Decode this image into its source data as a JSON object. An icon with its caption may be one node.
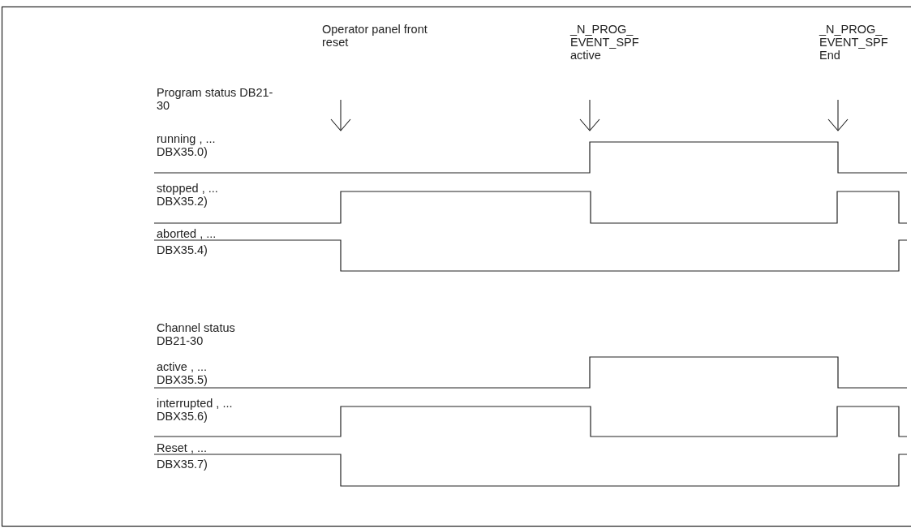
{
  "diagram": {
    "labels": [
      "Operator panel front reset",
      "_N_PROG_ EVENT_SPF active",
      "_N_PROG_ EVENT_SPF End",
      "Program status DB21-30",
      "running , ... DBX35.0)",
      "stopped , ... DBX35.2)",
      "aborted , ... DBX35.4)",
      "Channel status DB21-30",
      "active , ... DBX35.5)",
      "interrupted , ... DBX35.6)",
      "Reset , ... DBX35.7)"
    ]
  }
}
